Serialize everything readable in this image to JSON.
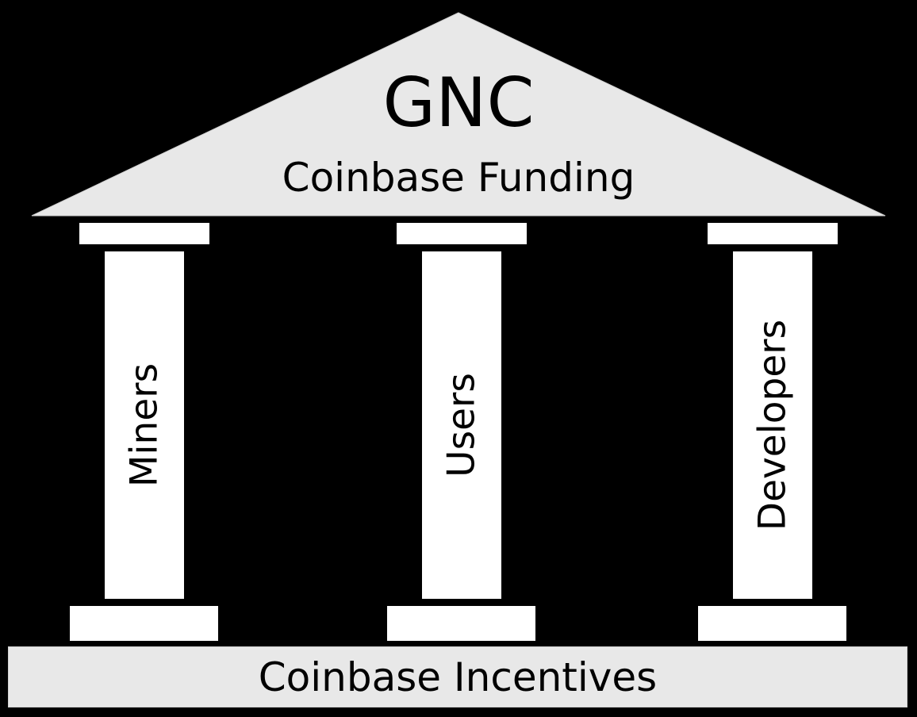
{
  "roof": {
    "title": "GNC",
    "subtitle": "Coinbase Funding",
    "fill": "#e8e8e8"
  },
  "pillars": [
    {
      "label": "Miners"
    },
    {
      "label": "Users"
    },
    {
      "label": "Developers"
    }
  ],
  "base": {
    "label": "Coinbase Incentives",
    "fill": "#e8e8e8"
  },
  "colors": {
    "background": "#000000",
    "pillar": "#ffffff",
    "text": "#000000"
  }
}
